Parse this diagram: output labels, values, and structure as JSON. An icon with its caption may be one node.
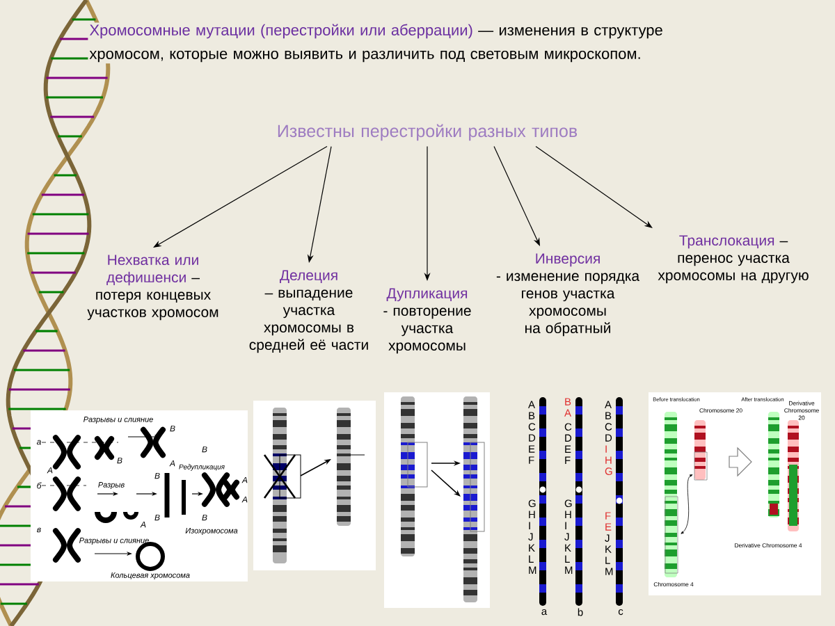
{
  "diagram": {
    "title": "Хромосомные мутации (перестройки или аберрации)",
    "caption": "— изменения в структуре хромосом, которые можно выявить и различить под световым микроскопом.",
    "nodes": [
      {
        "text": [
          "Известны перестройки разных типов"
        ]
      },
      {
        "text": [
          "Нехватка или дефишенси",
          "– потеря концевых участков хромосом"
        ]
      },
      {
        "text": [
          "Делеция",
          "– выпадение участка хромосомы в средней её части"
        ]
      },
      {
        "text": [
          "Дупликация",
          "- повторение участка хромосомы"
        ]
      },
      {
        "text": [
          "Инверсия",
          "- изменение порядка генов участка хромосомы на обратный"
        ]
      },
      {
        "text": [
          "Транслокация",
          "– перенос участка хромосомы на другую"
        ]
      }
    ],
    "edges": [
      {
        "from": 0,
        "to": 1,
        "arrow": "to"
      },
      {
        "from": 0,
        "to": 2,
        "arrow": "to"
      },
      {
        "from": 0,
        "to": 3,
        "arrow": "to"
      },
      {
        "from": 0,
        "to": 4,
        "arrow": "to"
      },
      {
        "from": 0,
        "to": 5,
        "arrow": "to"
      }
    ],
    "labels": [
      "Разрывы и слияние",
      "а",
      "А",
      "В",
      "В",
      "А",
      "б",
      "Разрыв",
      "А",
      "В",
      "В",
      "Редупликация",
      "В",
      "В",
      "А",
      "А",
      "в",
      "Разрывы и слияние",
      "Изохромосома",
      "Кольцевая хромосома",
      "A B C D E F",
      "G H I J K L M",
      "a",
      "B A",
      "C D E F",
      "G H I J K L M",
      "b",
      "A B C D",
      "I H G",
      "F E",
      "J K L M",
      "c",
      "Before translocation",
      "After translocation",
      "Chromosome 20",
      "Derivative Chromosome 20",
      "Derivative Chromosome 4",
      "Chromosome 4"
    ]
  }
}
